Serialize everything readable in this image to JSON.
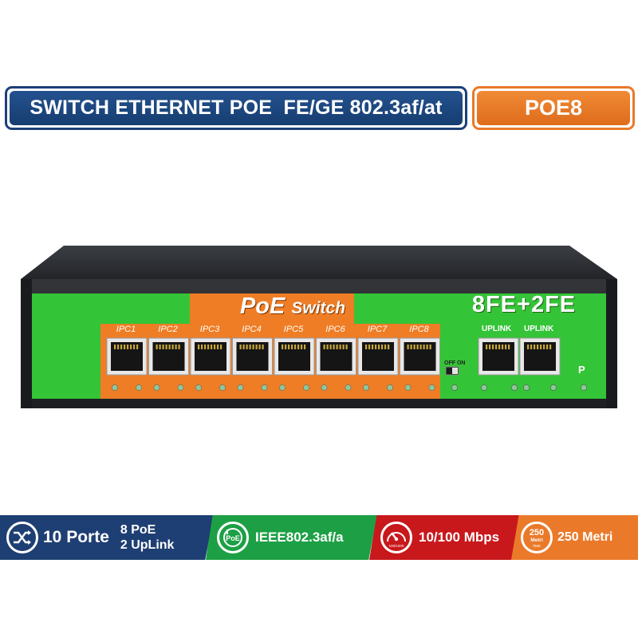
{
  "title_banner": {
    "text": "SWITCH ETHERNET POE  FE/GE 802.3af/at"
  },
  "model_banner": {
    "text": "POE8"
  },
  "device": {
    "poe_label": "PoE",
    "switch_label": "Switch",
    "fe_label": "8FE+2FE",
    "port_labels": [
      "IPC1",
      "IPC2",
      "IPC3",
      "IPC4",
      "IPC5",
      "IPC6",
      "IPC7",
      "IPC8"
    ],
    "uplink_labels": [
      "UPLINK",
      "UPLINK"
    ],
    "dip_label": "OFF ON",
    "power_label": "P",
    "colors": {
      "body": "#2b2d30",
      "panel_green": "#34c437",
      "panel_orange": "#ef7d25",
      "led": "#8fc79a"
    }
  },
  "features": {
    "ports": {
      "icon": "shuffle-icon",
      "main": "10 Porte",
      "line1": "8 PoE",
      "line2": "2 UpLink",
      "color": "#1e3f73"
    },
    "ieee": {
      "icon": "poe-icon",
      "icon_text": "PoE",
      "main": "IEEE802.3af/a",
      "color": "#1da045"
    },
    "speed": {
      "icon": "speedometer-icon",
      "icon_text": "100/1000",
      "main": "10/100 Mbps",
      "color": "#c8181c"
    },
    "distance": {
      "icon": "distance-icon",
      "icon_num": "250",
      "icon_unit": "Metri",
      "icon_sub": "max",
      "main": "250 Metri",
      "color": "#ea7a2a"
    }
  }
}
